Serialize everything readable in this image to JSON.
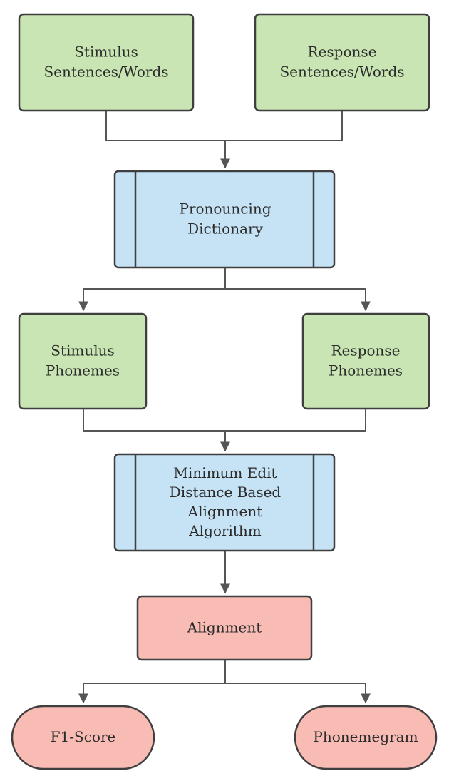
{
  "nodes": {
    "stimulus_sentences": {
      "lines": [
        "Stimulus",
        "Sentences/Words"
      ]
    },
    "response_sentences": {
      "lines": [
        "Response",
        "Sentences/Words"
      ]
    },
    "pronouncing_dictionary": {
      "lines": [
        "Pronouncing",
        "Dictionary"
      ]
    },
    "stimulus_phonemes": {
      "lines": [
        "Stimulus",
        "Phonemes"
      ]
    },
    "response_phonemes": {
      "lines": [
        "Response",
        "Phonemes"
      ]
    },
    "alignment_algorithm": {
      "lines": [
        "Minimum Edit",
        "Distance Based",
        "Alignment",
        "Algorithm"
      ]
    },
    "alignment": {
      "lines": [
        "Alignment"
      ]
    },
    "f1_score": {
      "lines": [
        "F1-Score"
      ]
    },
    "phonemegram": {
      "lines": [
        "Phonemegram"
      ]
    }
  },
  "colors": {
    "input_fill": "#c9e5b3",
    "process_fill": "#c6e3f6",
    "output_fill": "#f8bcb5",
    "stroke": "#3f3f3f",
    "connector": "#555555",
    "text": "#2b2b2b"
  }
}
